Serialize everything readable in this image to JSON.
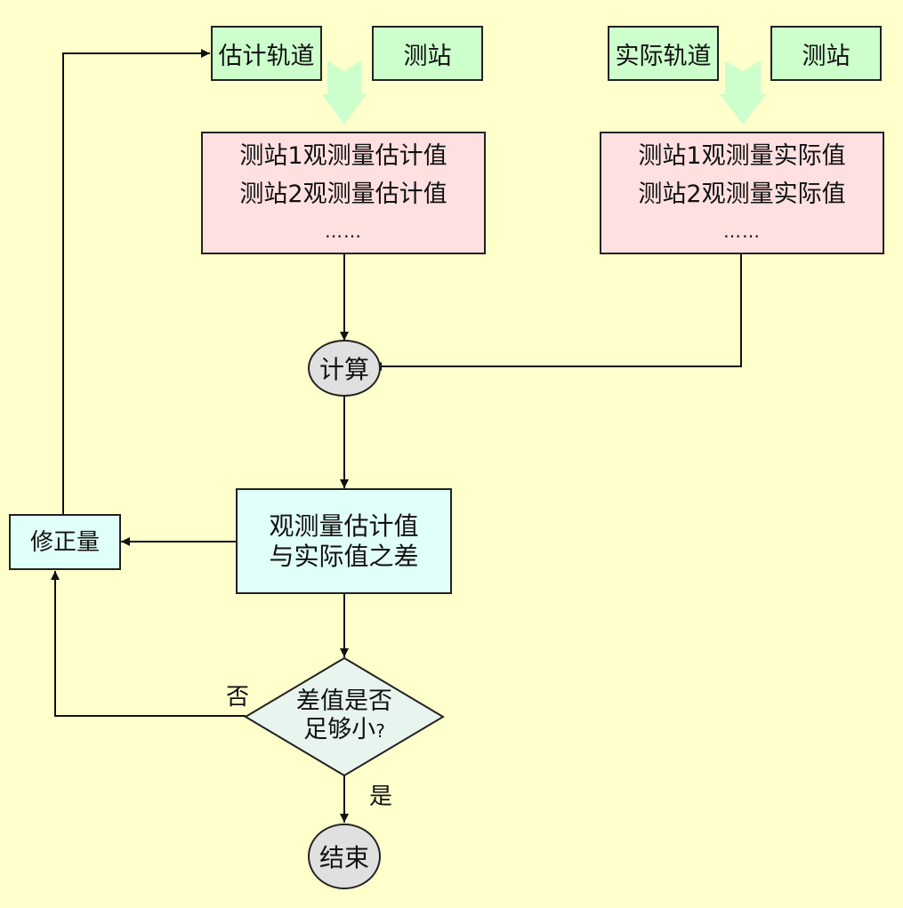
{
  "colors": {
    "background": "#ffffcc",
    "input_box": "#ccffcc",
    "observation_box": "#ffe0e0",
    "difference_box": "#e0fff8",
    "circle_node": "#e0e0e0",
    "decision_node": "#e8f4ee",
    "merge_arrow": "#ccffcc",
    "line": "#111111"
  },
  "left_group": {
    "orbit_label": "估计轨道",
    "station_label": "测站",
    "observations": {
      "line1": "测站1观测量估计值",
      "line2": "测站2观测量估计值",
      "ellipsis": "……"
    }
  },
  "right_group": {
    "orbit_label": "实际轨道",
    "station_label": "测站",
    "observations": {
      "line1": "测站1观测量实际值",
      "line2": "测站2观测量实际值",
      "ellipsis": "……"
    }
  },
  "compute_node": {
    "label": "计算"
  },
  "difference_node": {
    "line1": "观测量估计值",
    "line2": "与实际值之差"
  },
  "correction_node": {
    "label": "修正量"
  },
  "decision_node": {
    "line1": "差值是否",
    "line2": "足够小",
    "question_mark": "?"
  },
  "edge_labels": {
    "no": "否",
    "yes": "是"
  },
  "end_node": {
    "label": "结束"
  }
}
